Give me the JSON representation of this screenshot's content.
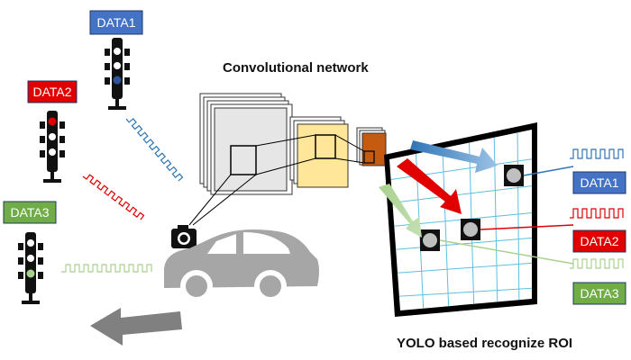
{
  "title": "Convolutional network",
  "caption": "YOLO based recognize ROI",
  "colors": {
    "blue": "#4472C4",
    "red": "#E00000",
    "green": "#70AD47",
    "grid": "#5BC0E0",
    "orange": "#C55A11",
    "peach": "#FFE699",
    "car": "#A6A6A6"
  },
  "left_labels": {
    "data1": "DATA1",
    "data2": "DATA2",
    "data3": "DATA3"
  },
  "right_labels": {
    "data1": "DATA1",
    "data2": "DATA2",
    "data3": "DATA3"
  },
  "icons": {
    "traffic_light": "traffic-light-icon",
    "camera": "camera-icon",
    "car": "car-icon",
    "arrow": "arrow-left-icon"
  }
}
